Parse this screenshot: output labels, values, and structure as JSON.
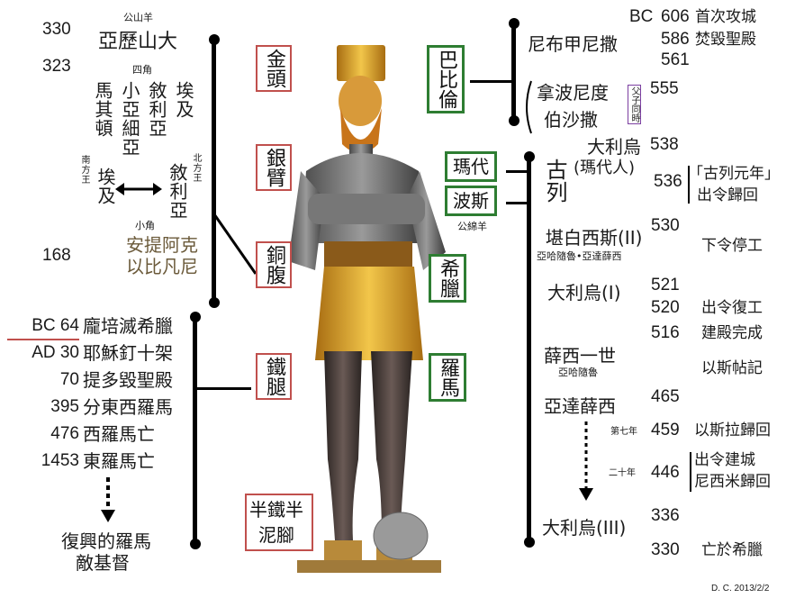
{
  "left": {
    "y330": "330",
    "alexander_small": "公山羊",
    "alexander": "亞歷山大",
    "y323": "323",
    "four_horns": "四角",
    "kingdoms": [
      "馬其頓",
      "小亞細亞",
      "敘利亞",
      "埃及"
    ],
    "south_king": "南方王",
    "north_king": "北方王",
    "egypt": "埃及",
    "syria": "敘利亞",
    "small_horn": "小角",
    "antiochus_1": "安提阿克",
    "antiochus_2": "以比凡尼",
    "y168": "168"
  },
  "left_events": [
    {
      "year": "BC 64",
      "event": "龐培滅希臘"
    },
    {
      "year": "AD 30",
      "event": "耶穌釘十架"
    },
    {
      "year": "70",
      "event": "提多毀聖殿"
    },
    {
      "year": "395",
      "event": "分東西羅馬"
    },
    {
      "year": "476",
      "event": "西羅馬亡"
    },
    {
      "year": "1453",
      "event": "東羅馬亡"
    }
  ],
  "revival": {
    "line1": "復興的羅馬",
    "line2": "敵基督"
  },
  "statue_labels": {
    "head": "金頭",
    "arms": "銀臂",
    "belly": "銅腹",
    "legs": "鐵腿",
    "feet": "半鐵半泥腳"
  },
  "empires": {
    "babylon": "巴比倫",
    "medes": "瑪代",
    "persia": "波斯",
    "ram": "公綿羊",
    "greece": "希臘",
    "rome": "羅馬"
  },
  "right": {
    "bc": "BC",
    "y606": "606",
    "e606": "首次攻城",
    "y586": "586",
    "e586": "焚毀聖殿",
    "y561": "561",
    "nebuchadnezzar": "尼布甲尼撒",
    "nabonidus": "拿波尼度",
    "belshazzar": "伯沙撒",
    "father_son": "父子同時",
    "y555": "555",
    "y538": "538",
    "darius_mede": "大利烏",
    "darius_mede_note": "(瑪代人)",
    "cyrus": "古列",
    "y536": "536",
    "e536a": "「古列元年」",
    "e536b": "出令歸回",
    "cambyses": "堪白西斯(II)",
    "cambyses_note": "亞哈隨魯•亞達薛西",
    "y530": "530",
    "e530": "下令停工",
    "darius1": "大利烏(I)",
    "y521": "521",
    "y520": "520",
    "e520": "出令復工",
    "y516": "516",
    "e516": "建殿完成",
    "xerxes": "薛西一世",
    "xerxes_note": "亞哈隨魯",
    "esther": "以斯帖記",
    "artaxerxes": "亞達薛西",
    "y465": "465",
    "seventh": "第七年",
    "y459": "459",
    "e459": "以斯拉歸回",
    "twentieth": "二十年",
    "y446": "446",
    "e446a": "出令建城",
    "e446b": "尼西米歸回",
    "darius3": "大利烏(III)",
    "y336": "336",
    "y330": "330",
    "e330": "亡於希臘"
  },
  "signature": "D. C. 2013/2/2",
  "colors": {
    "red_box": "#c0504d",
    "green_box": "#2e7d32",
    "gold": "#d9a520"
  }
}
